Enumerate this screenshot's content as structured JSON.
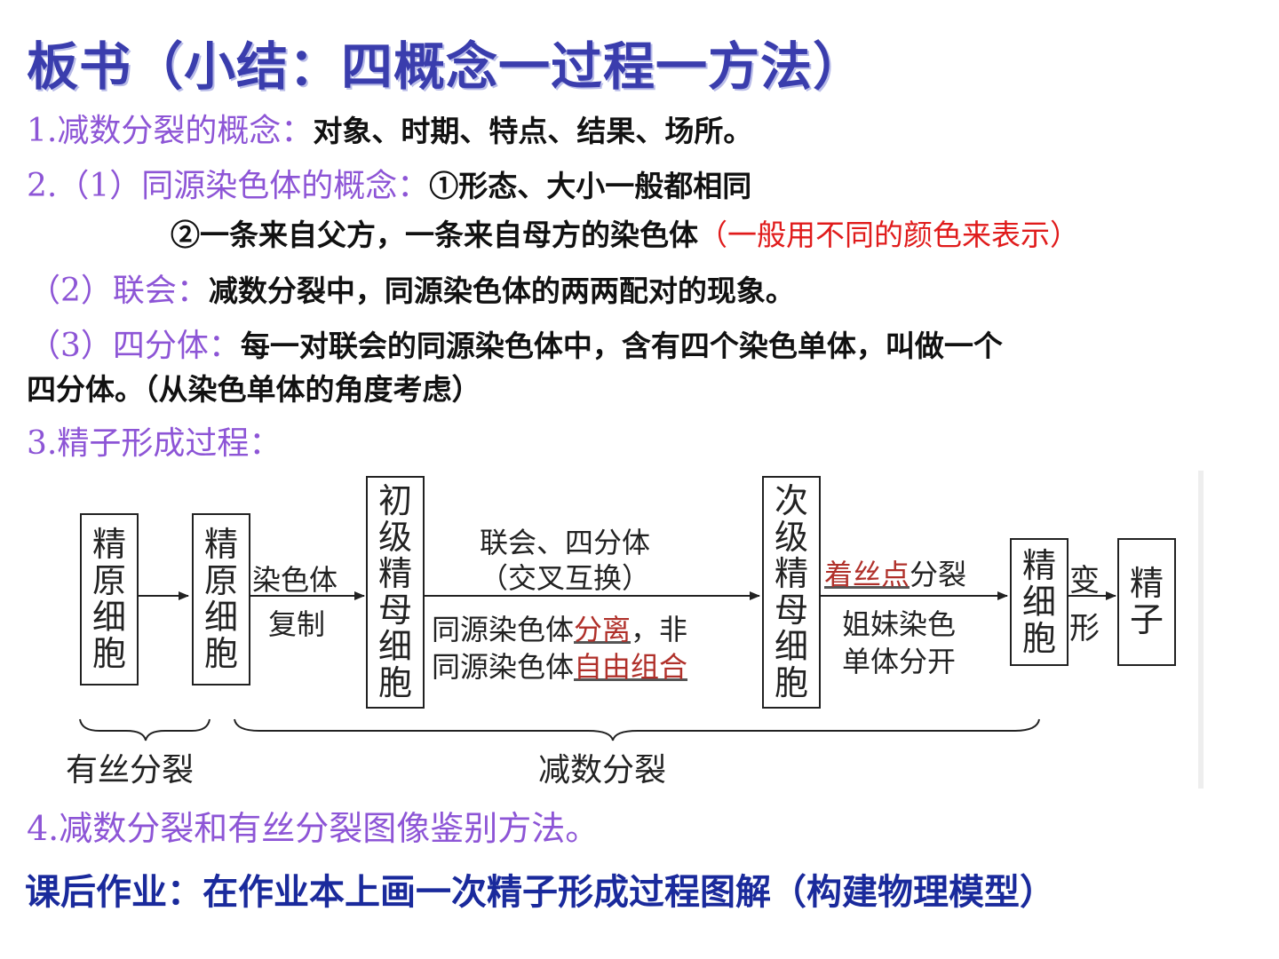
{
  "title": "板书（小结：四概念一过程一方法）",
  "item1": {
    "label": "1.减数分裂的概念：",
    "text": "对象、时期、特点、结果、场所。"
  },
  "item2": {
    "label": "2.（1）同源染色体的概念：",
    "text1": "①形态、大小一般都相同",
    "text2": "②一条来自父方，一条来自母方的染色体",
    "text2_red": "（一般用不同的颜色来表示）"
  },
  "item2_2": {
    "label": "（2）联会：",
    "text": "减数分裂中，同源染色体的两两配对的现象。"
  },
  "item2_3": {
    "label": "（3）四分体：",
    "text": "每一对联会的同源染色体中，含有四个染色单体，叫做一个",
    "text_cont": "四分体。（从染色单体的角度考虑）"
  },
  "item3": {
    "label": "3.精子形成过程："
  },
  "diagram": {
    "box1": [
      "精",
      "原",
      "细",
      "胞"
    ],
    "box2": [
      "精",
      "原",
      "细",
      "胞"
    ],
    "arrow2_top": "染色体",
    "arrow2_bottom": "复制",
    "box3": [
      "初",
      "级",
      "精",
      "母",
      "细",
      "胞"
    ],
    "arrow3_top1": "联会、四分体",
    "arrow3_top2": "（交叉互换）",
    "arrow3_bottom1_a": "同源染色体",
    "arrow3_bottom1_red": "分离",
    "arrow3_bottom1_b": "，非",
    "arrow3_bottom2_a": "同源染色体",
    "arrow3_bottom2_red": "自由组合",
    "box4": [
      "次",
      "级",
      "精",
      "母",
      "细",
      "胞"
    ],
    "arrow4_top_red": "着丝点",
    "arrow4_top_b": "分裂",
    "arrow4_bottom1": "姐妹染色",
    "arrow4_bottom2": "单体分开",
    "box5": [
      "精",
      "细",
      "胞"
    ],
    "arrow5_top": "变",
    "arrow5_bottom": "形",
    "box6": [
      "精",
      "子"
    ],
    "brace1_label": "有丝分裂",
    "brace2_label": "减数分裂"
  },
  "item4": {
    "label": "4.减数分裂和有丝分裂图像鉴别方法。"
  },
  "homework": "课后作业：在作业本上画一次精子形成过程图解（构建物理模型）"
}
